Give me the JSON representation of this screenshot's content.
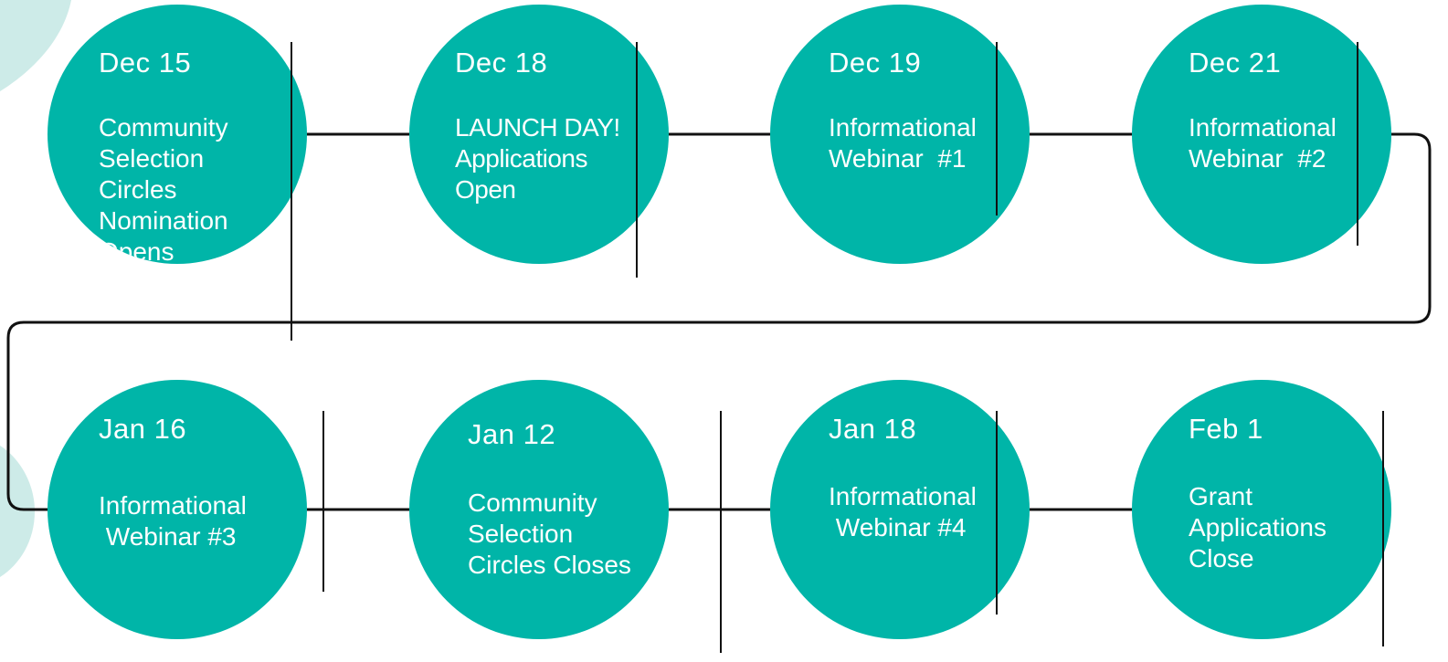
{
  "colors": {
    "circle": "#00b5a8",
    "text": "#ffffff",
    "connector": "#111111",
    "decor": "#cdebe8"
  },
  "milestones": [
    {
      "date": "Dec 15",
      "text": "Community\nSelection\nCircles\nNomination\nOpens"
    },
    {
      "date": "Dec 18",
      "text": "LAUNCH DAY!\nApplications\nOpen"
    },
    {
      "date": "Dec 19",
      "text": "Informational\nWebinar  #1"
    },
    {
      "date": "Dec 21",
      "text": "Informational\nWebinar  #2"
    },
    {
      "date": "Jan 16",
      "text": "Informational\n Webinar #3"
    },
    {
      "date": "Jan 12",
      "text": "Community\nSelection\nCircles Closes"
    },
    {
      "date": "Jan 18",
      "text": "Informational\n Webinar #4"
    },
    {
      "date": "Feb 1",
      "text": "Grant\nApplications\nClose"
    }
  ]
}
